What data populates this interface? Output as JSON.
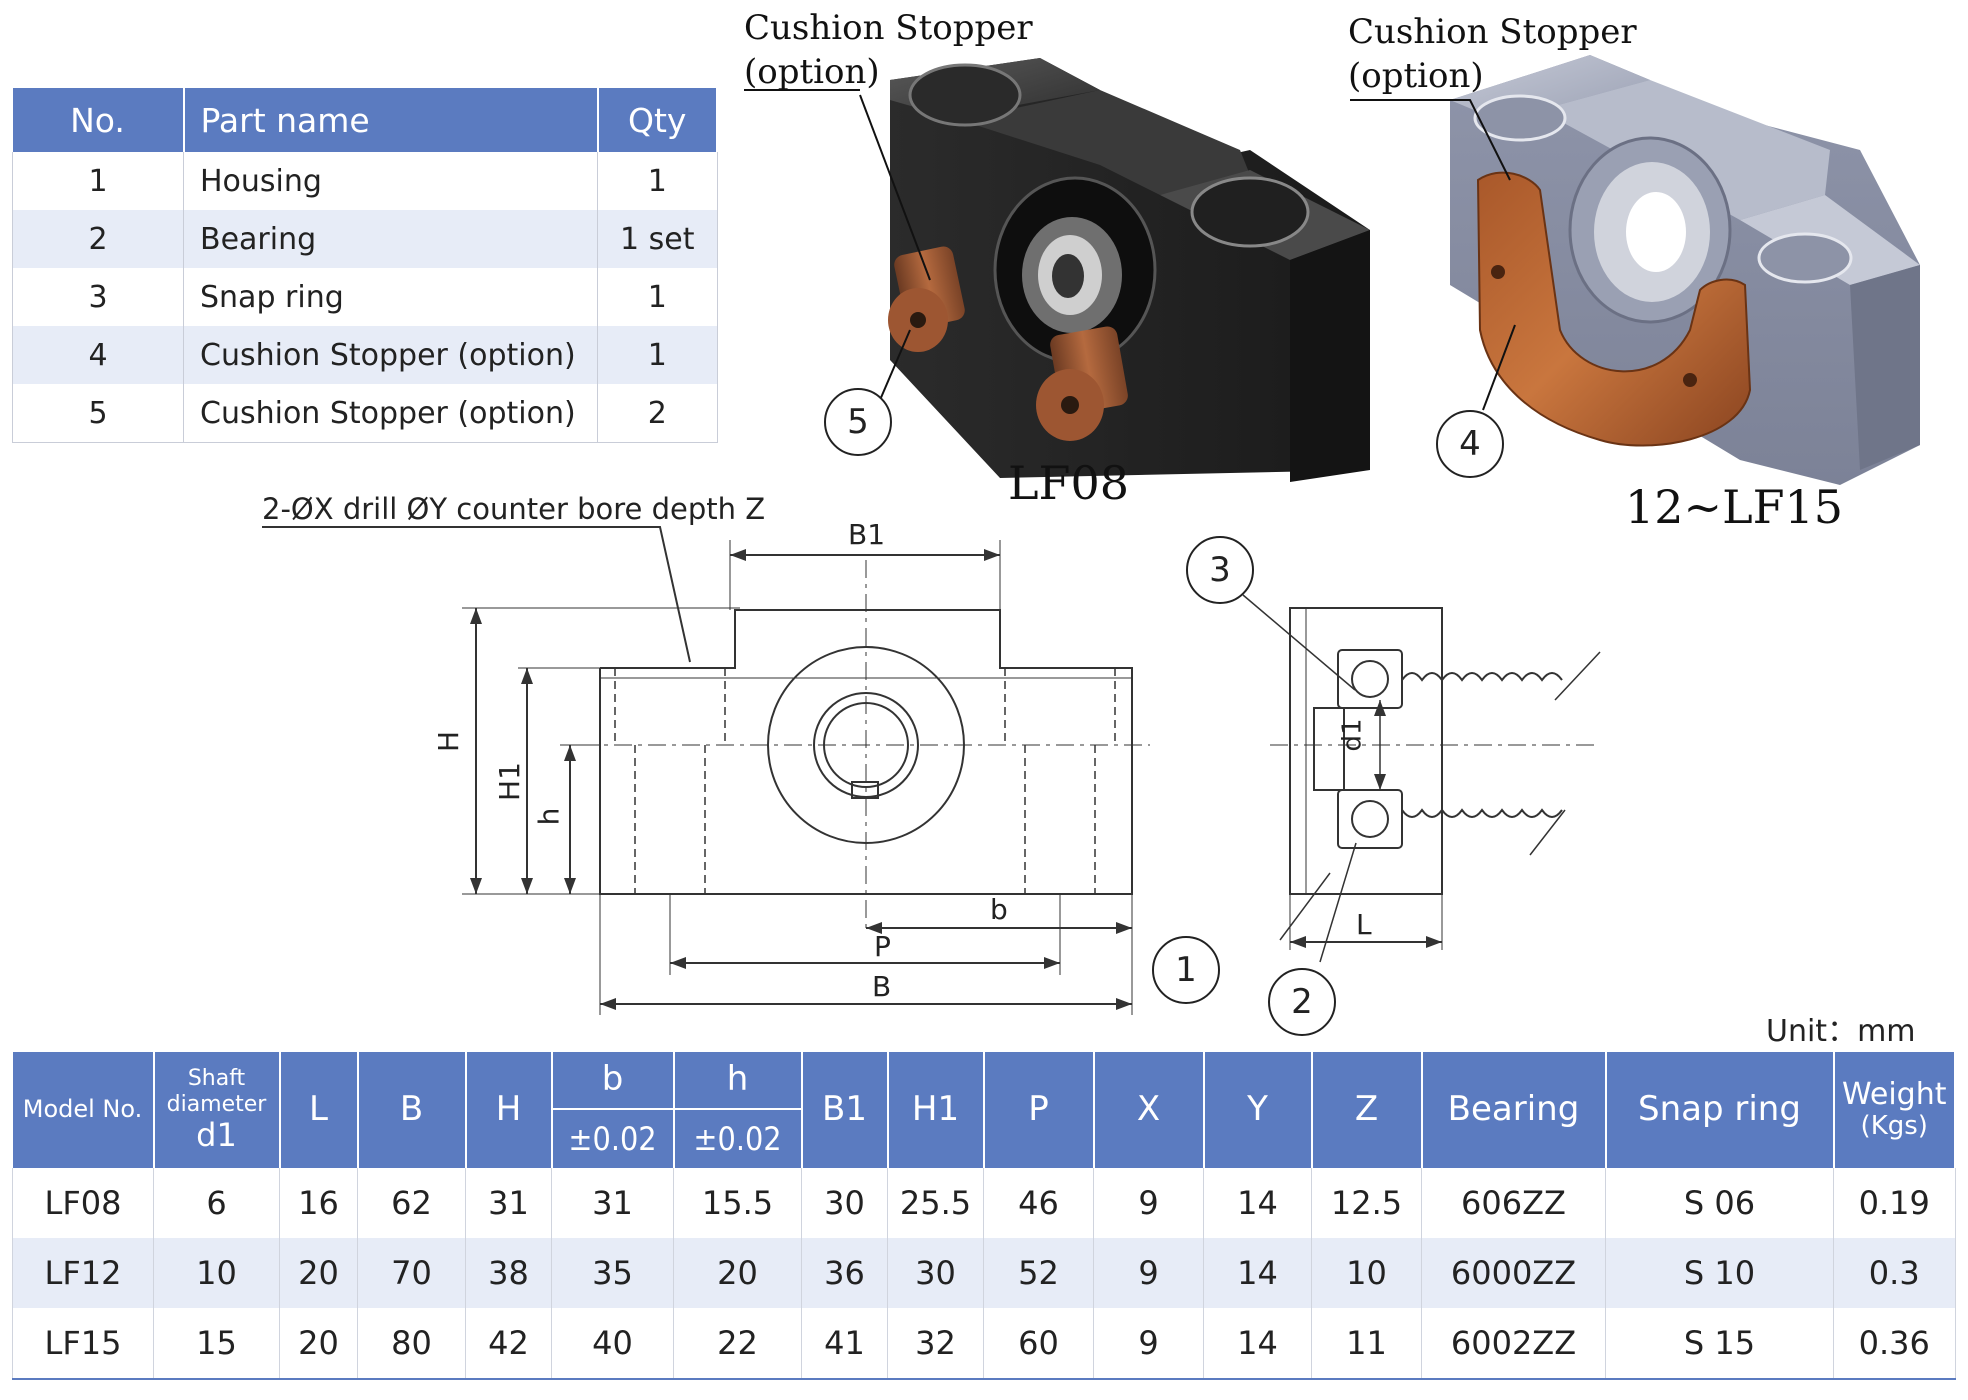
{
  "parts_table": {
    "headers": [
      "No.",
      "Part name",
      "Qty"
    ],
    "rows": [
      {
        "no": "1",
        "name": "Housing",
        "qty": "1"
      },
      {
        "no": "2",
        "name": "Bearing",
        "qty": "1 set"
      },
      {
        "no": "3",
        "name": "Snap ring",
        "qty": "1"
      },
      {
        "no": "4",
        "name": "Cushion Stopper (option)",
        "qty": "1"
      },
      {
        "no": "5",
        "name": "Cushion Stopper (option)",
        "qty": "2"
      }
    ]
  },
  "images": {
    "left": {
      "callout_line1": "Cushion Stopper",
      "callout_line2": "(option)",
      "callout_number": "5",
      "caption": "LF08"
    },
    "right": {
      "callout_line1": "Cushion Stopper",
      "callout_line2": "(option)",
      "callout_number": "4",
      "caption": "12~LF15"
    }
  },
  "drawing": {
    "note": "2-ØX drill ØY counter bore depth Z",
    "front_labels": {
      "B1": "B1",
      "H": "H",
      "H1": "H1",
      "h": "h",
      "b": "b",
      "P": "P",
      "B": "B"
    },
    "side_labels": {
      "d1": "d1",
      "L": "L"
    },
    "callouts": [
      "1",
      "2",
      "3"
    ]
  },
  "unit_label": "Unit：mm",
  "spec_table": {
    "headers": {
      "model": "Model No.",
      "shaft_line1": "Shaft",
      "shaft_line2": "diameter",
      "shaft_line3": "d1",
      "L": "L",
      "B": "B",
      "H": "H",
      "b": "b",
      "b_tol": "±0.02",
      "h": "h",
      "h_tol": "±0.02",
      "B1": "B1",
      "H1": "H1",
      "P": "P",
      "X": "X",
      "Y": "Y",
      "Z": "Z",
      "bearing": "Bearing",
      "snap": "Snap ring",
      "weight_line1": "Weight",
      "weight_line2": "(Kgs)"
    },
    "rows": [
      {
        "model": "LF08",
        "d1": "6",
        "L": "16",
        "B": "62",
        "H": "31",
        "b": "31",
        "h": "15.5",
        "B1": "30",
        "H1": "25.5",
        "P": "46",
        "X": "9",
        "Y": "14",
        "Z": "12.5",
        "bearing": "606ZZ",
        "snap": "S 06",
        "weight": "0.19"
      },
      {
        "model": "LF12",
        "d1": "10",
        "L": "20",
        "B": "70",
        "H": "38",
        "b": "35",
        "h": "20",
        "B1": "36",
        "H1": "30",
        "P": "52",
        "X": "9",
        "Y": "14",
        "Z": "10",
        "bearing": "6000ZZ",
        "snap": "S 10",
        "weight": "0.3"
      },
      {
        "model": "LF15",
        "d1": "15",
        "L": "20",
        "B": "80",
        "H": "42",
        "b": "40",
        "h": "22",
        "B1": "41",
        "H1": "32",
        "P": "60",
        "X": "9",
        "Y": "14",
        "Z": "11",
        "bearing": "6002ZZ",
        "snap": "S 15",
        "weight": "0.36"
      }
    ]
  }
}
